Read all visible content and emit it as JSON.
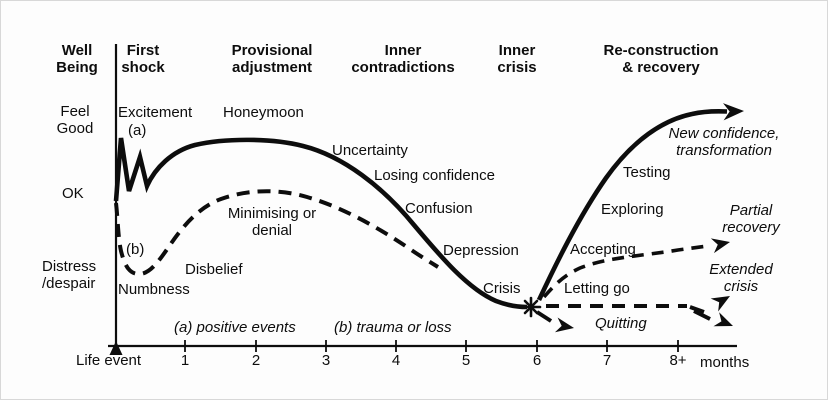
{
  "colors": {
    "ink": "#0d0d0d",
    "paper": "#fdfdfd"
  },
  "headers": {
    "wellbeing": "Well Being",
    "first_shock": "First shock",
    "provisional": "Provisional adjustment",
    "contradictions": "Inner contradictions",
    "inner_crisis": "Inner crisis",
    "reconstruction": "Re-construction & recovery"
  },
  "y_axis": {
    "high": "Feel Good",
    "mid": "OK",
    "low": "Distress /despair"
  },
  "x_axis": {
    "origin": "Life event",
    "ticks": [
      "1",
      "2",
      "3",
      "4",
      "5",
      "6",
      "7",
      "8+"
    ],
    "unit": "months"
  },
  "footnotes": {
    "a": "(a) positive events",
    "b": "(b) trauma or loss"
  },
  "labels": {
    "excitement": "Excitement",
    "a_marker": "(a)",
    "honeymoon": "Honeymoon",
    "uncertainty": "Uncertainty",
    "losing_confidence": "Losing confidence",
    "confusion": "Confusion",
    "depression": "Depression",
    "crisis": "Crisis",
    "b_marker": "(b)",
    "numbness": "Numbness",
    "disbelief": "Disbelief",
    "minimising": "Minimising or denial",
    "accepting": "Accepting",
    "letting_go": "Letting go",
    "exploring": "Exploring",
    "testing": "Testing",
    "new_confidence": "New confidence, transformation",
    "partial_recovery": "Partial recovery",
    "extended_crisis": "Extended crisis",
    "quitting": "Quitting"
  },
  "chart_data": {
    "type": "line",
    "title": "Transition curve: well-being in the months following a life event",
    "xlabel": "months after life event",
    "ylabel": "Well Being",
    "x_ticks": [
      "Life event",
      "1",
      "2",
      "3",
      "4",
      "5",
      "6",
      "7",
      "8+"
    ],
    "y_levels": [
      "Distress /despair",
      "OK",
      "Feel Good"
    ],
    "phases": [
      "First shock",
      "Provisional adjustment",
      "Inner contradictions",
      "Inner crisis",
      "Re-construction & recovery"
    ],
    "grid": false,
    "legend_position": "none",
    "series": [
      {
        "name": "(a) positive events",
        "style": "solid",
        "x": [
          0,
          0.05,
          0.15,
          0.25,
          0.35,
          1,
          1.5,
          2.5,
          3,
          4,
          4.7,
          5.5,
          5.9,
          6.1,
          6.6,
          7,
          7.5,
          8.3
        ],
        "y": [
          0,
          2.3,
          0.8,
          1.7,
          0.9,
          1.9,
          2.1,
          2.0,
          1.6,
          0.4,
          -0.9,
          -1.5,
          -1.6,
          -1.3,
          0.2,
          1.3,
          2.2,
          2.5
        ],
        "stage_labels": [
          "Excitement",
          "Honeymoon",
          "Uncertainty",
          "Losing confidence",
          "Confusion",
          "Depression",
          "Crisis",
          "Accepting",
          "Exploring",
          "Testing"
        ]
      },
      {
        "name": "(b) trauma or loss",
        "style": "dashed",
        "x": [
          0,
          0.15,
          0.4,
          0.8,
          1.4,
          2,
          2.7,
          3.5,
          4.3,
          4.6
        ],
        "y": [
          0,
          -1.4,
          -1.8,
          -1.0,
          0.3,
          0.45,
          0.2,
          -0.5,
          -1.0,
          -1.2
        ],
        "stage_labels": [
          "Numbness",
          "Disbelief",
          "Minimising or denial"
        ]
      },
      {
        "name": "New confidence, transformation",
        "style": "solid-arrow",
        "x": [
          6.1,
          7,
          8.5
        ],
        "y": [
          -1.3,
          1.3,
          2.6
        ]
      },
      {
        "name": "Partial recovery",
        "style": "dashed-arrow",
        "x": [
          6.1,
          7,
          8.2
        ],
        "y": [
          -1.45,
          -0.9,
          -0.75
        ]
      },
      {
        "name": "Extended crisis",
        "style": "dashed-arrow",
        "x": [
          6.1,
          7.3,
          8.2
        ],
        "y": [
          -1.6,
          -1.6,
          -1.45
        ]
      },
      {
        "name": "Quitting",
        "style": "dashed-arrow",
        "x": [
          6.1,
          6.5,
          8.2
        ],
        "y": [
          -1.75,
          -2.0,
          -2.1
        ]
      }
    ],
    "annotations": [
      "(a) positive events",
      "(b) trauma or loss",
      "Crisis point marked with asterisk at month 6"
    ]
  }
}
